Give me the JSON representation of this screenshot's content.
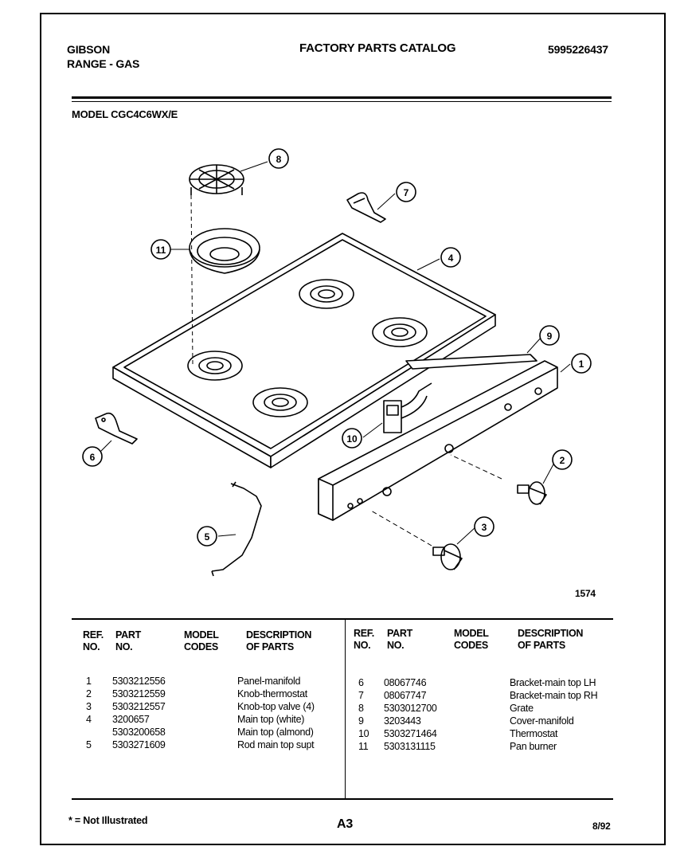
{
  "header": {
    "brand": "GIBSON",
    "product": "RANGE - GAS",
    "title": "FACTORY PARTS CATALOG",
    "catalog_no": "5995226437",
    "model": "MODEL CGC4C6WX/E"
  },
  "diagram": {
    "figure_no": "1574",
    "callouts": [
      "8",
      "7",
      "11",
      "4",
      "9",
      "1",
      "10",
      "6",
      "2",
      "5",
      "3"
    ]
  },
  "table": {
    "headers": {
      "ref": "REF.\nNO.",
      "part": "PART\nNO.",
      "codes": "MODEL\nCODES",
      "desc": "DESCRIPTION\nOF PARTS"
    },
    "left_rows": [
      {
        "ref": "1",
        "part": "5303212556",
        "desc": "Panel-manifold"
      },
      {
        "ref": "2",
        "part": "5303212559",
        "desc": "Knob-thermostat"
      },
      {
        "ref": "3",
        "part": "5303212557",
        "desc": "Knob-top valve (4)"
      },
      {
        "ref": "4",
        "part": "3200657",
        "desc": "Main top (white)"
      },
      {
        "ref": "",
        "part": "5303200658",
        "desc": "Main top (almond)"
      },
      {
        "ref": "5",
        "part": "5303271609",
        "desc": "Rod main top supt"
      }
    ],
    "right_rows": [
      {
        "ref": "6",
        "part": "08067746",
        "desc": "Bracket-main top LH"
      },
      {
        "ref": "7",
        "part": "08067747",
        "desc": "Bracket-main top RH"
      },
      {
        "ref": "8",
        "part": "5303012700",
        "desc": "Grate"
      },
      {
        "ref": "9",
        "part": "3203443",
        "desc": "Cover-manifold"
      },
      {
        "ref": "10",
        "part": "5303271464",
        "desc": "Thermostat"
      },
      {
        "ref": "11",
        "part": "5303131115",
        "desc": "Pan burner"
      }
    ]
  },
  "footer": {
    "note": "* = Not Illustrated",
    "page": "A3",
    "date": "8/92"
  }
}
